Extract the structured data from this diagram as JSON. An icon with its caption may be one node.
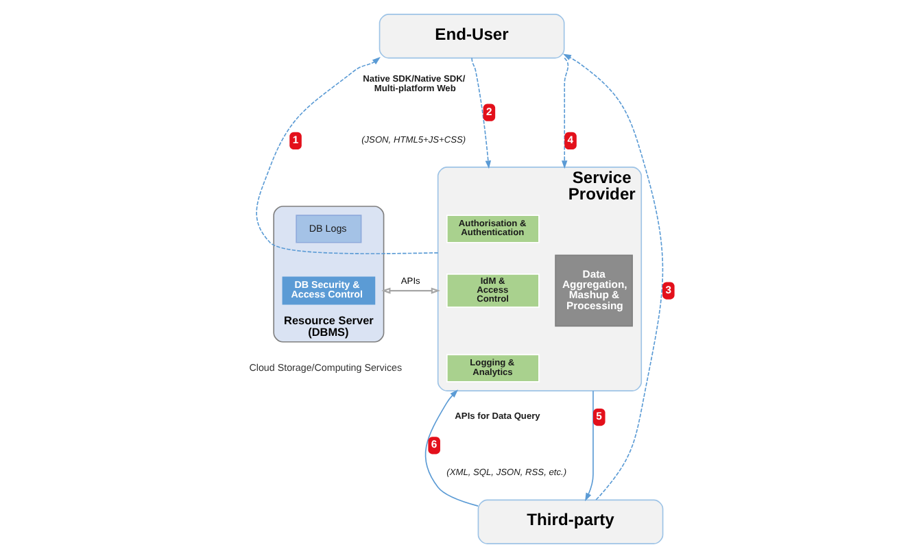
{
  "diagram": {
    "nodes": [
      {
        "text": [
          "End-User"
        ]
      },
      {
        "text": [
          "Service Provider"
        ]
      },
      {
        "text": [
          "Data Aggregation, Mashup & Processing"
        ],
        "in": 1
      },
      {
        "text": [
          "Authorisation & Authentication"
        ],
        "in": 1
      },
      {
        "text": [
          "IdM & Access Control"
        ],
        "in": 1
      },
      {
        "text": [
          "Logging & Analytics"
        ],
        "in": 1
      },
      {
        "text": [
          "Resource Server (DBMS)"
        ],
        "beside": [
          "Cloud Storage/Computing Services"
        ]
      },
      {
        "text": [
          "DB Logs"
        ],
        "in": 6
      },
      {
        "text": [
          "DB Security & Access Control"
        ],
        "in": 6
      },
      {
        "text": [
          "Third-party"
        ]
      }
    ],
    "edges": [
      {
        "from": 1,
        "to": 0,
        "arrow": "to",
        "label": "1",
        "style": "dashed"
      },
      {
        "from": 0,
        "to": 1,
        "arrow": "to",
        "label": "2",
        "style": "dashed"
      },
      {
        "from": 9,
        "to": 0,
        "arrow": "to",
        "label": "3",
        "style": "dashed"
      },
      {
        "from": 0,
        "to": 1,
        "arrow": "to",
        "label": "4",
        "style": "dashed"
      },
      {
        "from": 1,
        "to": 9,
        "arrow": "to",
        "label": "5"
      },
      {
        "from": 9,
        "to": 1,
        "arrow": "to",
        "label": "6"
      },
      {
        "from": 1,
        "to": 6,
        "arrow": "both",
        "label": "APIs",
        "color": "#a6a6a6"
      }
    ],
    "labels": [
      "Native SDK/Native SDK/ Multi-platform Web",
      "(JSON, HTML5+JS+CSS)",
      "APIs for Data Query",
      "(XML, SQL, JSON, RSS, etc.)"
    ]
  }
}
